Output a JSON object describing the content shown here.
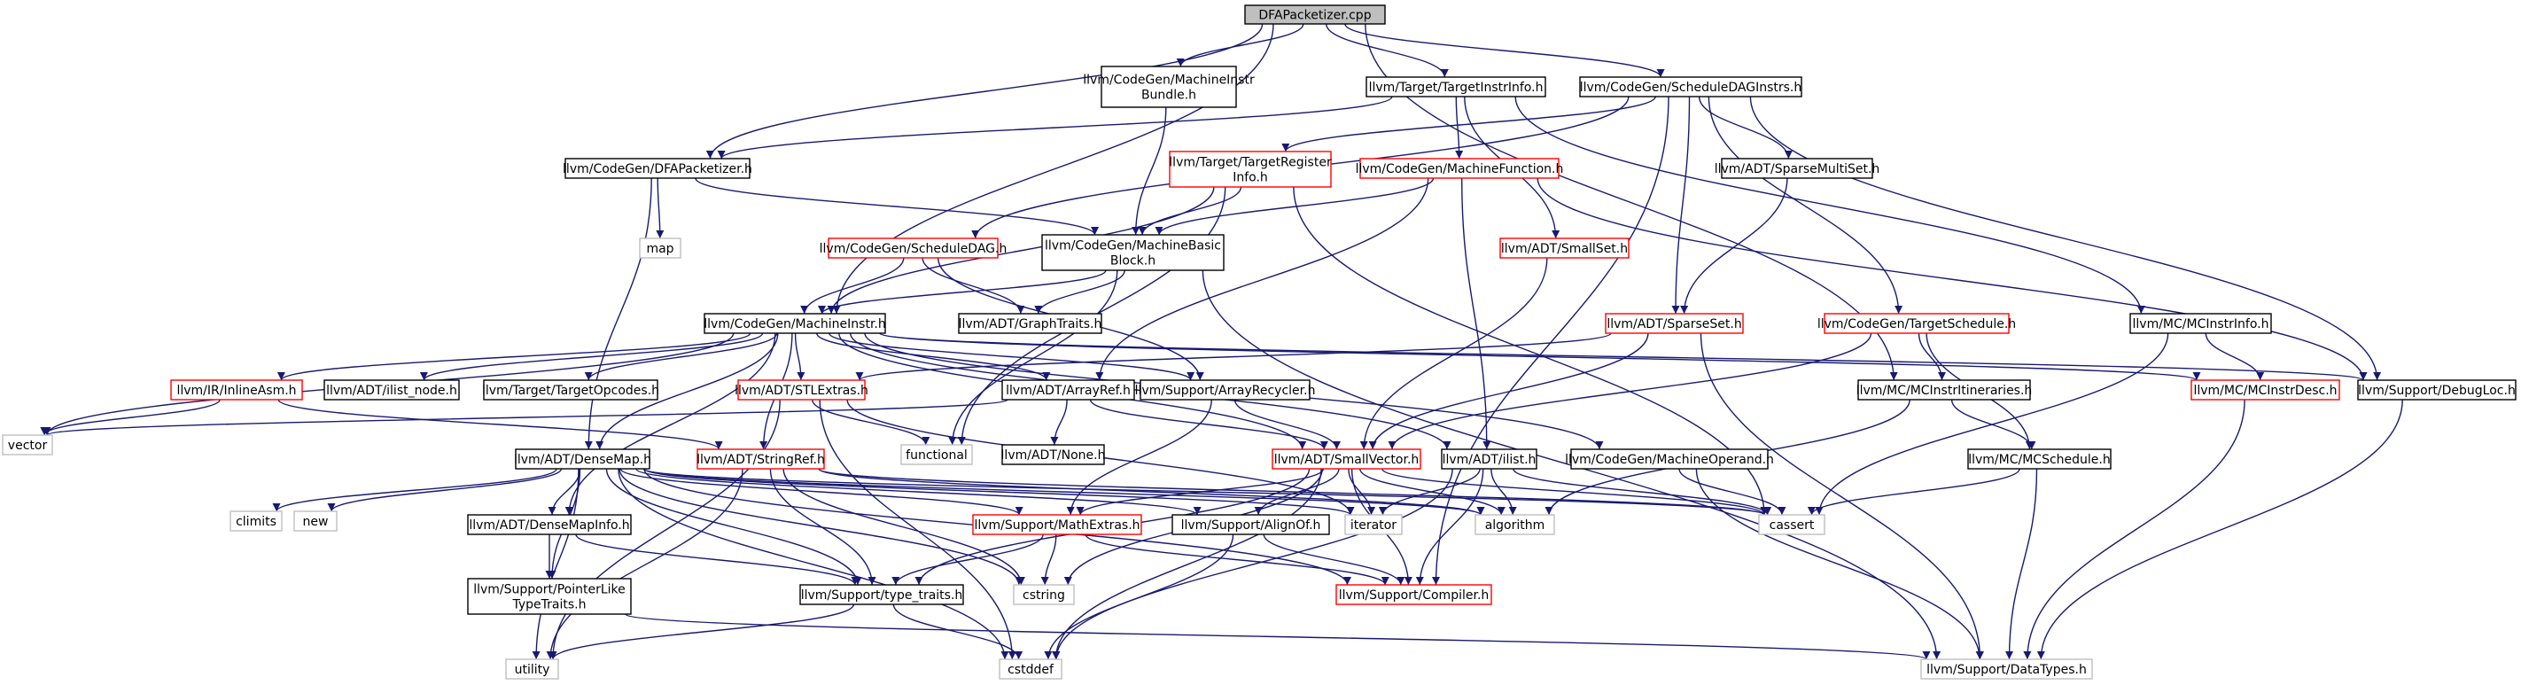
{
  "colors": {
    "edge": "#191970",
    "root_fill": "#bfbfbf",
    "normal_border": "#000000",
    "truncated_border": "#ff0000",
    "system_border": "#bfbfbf",
    "system_text": "#7f7f7f",
    "node_fill": "#ffffff"
  },
  "nodes": {
    "root": {
      "kind": "root",
      "lines": [
        "DFAPacketizer.cpp"
      ]
    },
    "mib": {
      "kind": "normal",
      "lines": [
        "llvm/CodeGen/MachineInstr",
        "Bundle.h"
      ]
    },
    "tii": {
      "kind": "normal",
      "lines": [
        "llvm/Target/TargetInstrInfo.h"
      ]
    },
    "sdi": {
      "kind": "normal",
      "lines": [
        "llvm/CodeGen/ScheduleDAGInstrs.h"
      ]
    },
    "dfah": {
      "kind": "normal",
      "lines": [
        "llvm/CodeGen/DFAPacketizer.h"
      ]
    },
    "tri": {
      "kind": "truncated",
      "lines": [
        "llvm/Target/TargetRegister",
        "Info.h"
      ]
    },
    "mf": {
      "kind": "truncated",
      "lines": [
        "llvm/CodeGen/MachineFunction.h"
      ]
    },
    "sms": {
      "kind": "normal",
      "lines": [
        "llvm/ADT/SparseMultiSet.h"
      ]
    },
    "map": {
      "kind": "system",
      "lines": [
        "map"
      ]
    },
    "sdag": {
      "kind": "truncated",
      "lines": [
        "llvm/CodeGen/ScheduleDAG.h"
      ]
    },
    "mbb": {
      "kind": "normal",
      "lines": [
        "llvm/CodeGen/MachineBasic",
        "Block.h"
      ]
    },
    "smallset": {
      "kind": "truncated",
      "lines": [
        "llvm/ADT/SmallSet.h"
      ]
    },
    "mi": {
      "kind": "normal",
      "lines": [
        "llvm/CodeGen/MachineInstr.h"
      ]
    },
    "gt": {
      "kind": "normal",
      "lines": [
        "llvm/ADT/GraphTraits.h"
      ]
    },
    "sparseset": {
      "kind": "truncated",
      "lines": [
        "llvm/ADT/SparseSet.h"
      ]
    },
    "ts": {
      "kind": "truncated",
      "lines": [
        "llvm/CodeGen/TargetSchedule.h"
      ]
    },
    "mcii": {
      "kind": "normal",
      "lines": [
        "llvm/MC/MCInstrInfo.h"
      ]
    },
    "ia": {
      "kind": "truncated",
      "lines": [
        "llvm/IR/InlineAsm.h"
      ]
    },
    "iln": {
      "kind": "normal",
      "lines": [
        "llvm/ADT/ilist_node.h"
      ]
    },
    "to": {
      "kind": "normal",
      "lines": [
        "llvm/Target/TargetOpcodes.h"
      ]
    },
    "stl": {
      "kind": "truncated",
      "lines": [
        "llvm/ADT/STLExtras.h"
      ]
    },
    "ar": {
      "kind": "normal",
      "lines": [
        "llvm/ADT/ArrayRef.h"
      ]
    },
    "arec": {
      "kind": "normal",
      "lines": [
        "llvm/Support/ArrayRecycler.h"
      ]
    },
    "mciti": {
      "kind": "normal",
      "lines": [
        "llvm/MC/MCInstrItineraries.h"
      ]
    },
    "mcid": {
      "kind": "truncated",
      "lines": [
        "llvm/MC/MCInstrDesc.h"
      ]
    },
    "dl": {
      "kind": "normal",
      "lines": [
        "llvm/Support/DebugLoc.h"
      ]
    },
    "vector": {
      "kind": "system",
      "lines": [
        "vector"
      ]
    },
    "functional": {
      "kind": "system",
      "lines": [
        "functional"
      ]
    },
    "none": {
      "kind": "normal",
      "lines": [
        "llvm/ADT/None.h"
      ]
    },
    "dm": {
      "kind": "normal",
      "lines": [
        "llvm/ADT/DenseMap.h"
      ]
    },
    "sr": {
      "kind": "truncated",
      "lines": [
        "llvm/ADT/StringRef.h"
      ]
    },
    "sv": {
      "kind": "truncated",
      "lines": [
        "llvm/ADT/SmallVector.h"
      ]
    },
    "ilist": {
      "kind": "normal",
      "lines": [
        "llvm/ADT/ilist.h"
      ]
    },
    "mo": {
      "kind": "normal",
      "lines": [
        "llvm/CodeGen/MachineOperand.h"
      ]
    },
    "mcs": {
      "kind": "normal",
      "lines": [
        "llvm/MC/MCSchedule.h"
      ]
    },
    "climits": {
      "kind": "system",
      "lines": [
        "climits"
      ]
    },
    "new": {
      "kind": "system",
      "lines": [
        "new"
      ]
    },
    "dmi": {
      "kind": "normal",
      "lines": [
        "llvm/ADT/DenseMapInfo.h"
      ]
    },
    "me": {
      "kind": "truncated",
      "lines": [
        "llvm/Support/MathExtras.h"
      ]
    },
    "ao": {
      "kind": "normal",
      "lines": [
        "llvm/Support/AlignOf.h"
      ]
    },
    "iterator": {
      "kind": "system",
      "lines": [
        "iterator"
      ]
    },
    "algorithm": {
      "kind": "system",
      "lines": [
        "algorithm"
      ]
    },
    "cassert": {
      "kind": "system",
      "lines": [
        "cassert"
      ]
    },
    "plt": {
      "kind": "normal",
      "lines": [
        "llvm/Support/PointerLike",
        "TypeTraits.h"
      ]
    },
    "tt": {
      "kind": "normal",
      "lines": [
        "llvm/Support/type_traits.h"
      ]
    },
    "cstring": {
      "kind": "system",
      "lines": [
        "cstring"
      ]
    },
    "comp": {
      "kind": "truncated",
      "lines": [
        "llvm/Support/Compiler.h"
      ]
    },
    "utility": {
      "kind": "system",
      "lines": [
        "utility"
      ]
    },
    "cstddef": {
      "kind": "system",
      "lines": [
        "cstddef"
      ]
    },
    "dt": {
      "kind": "system",
      "lines": [
        "llvm/Support/DataTypes.h"
      ]
    }
  },
  "edges": [
    [
      "root",
      "mib"
    ],
    [
      "root",
      "tii"
    ],
    [
      "root",
      "sdi"
    ],
    [
      "root",
      "dfah"
    ],
    [
      "root",
      "mi"
    ],
    [
      "root",
      "mciti"
    ],
    [
      "mib",
      "mbb"
    ],
    [
      "tii",
      "dfah"
    ],
    [
      "tii",
      "mf"
    ],
    [
      "tii",
      "smallset"
    ],
    [
      "tii",
      "mcii"
    ],
    [
      "sdi",
      "sdag"
    ],
    [
      "sdi",
      "tri"
    ],
    [
      "sdi",
      "sms"
    ],
    [
      "sdi",
      "sparseset"
    ],
    [
      "sdi",
      "ts"
    ],
    [
      "sdi",
      "dl"
    ],
    [
      "sdi",
      "comp"
    ],
    [
      "dfah",
      "map"
    ],
    [
      "dfah",
      "mbb"
    ],
    [
      "dfah",
      "dm"
    ],
    [
      "tri",
      "mbb"
    ],
    [
      "tri",
      "functional"
    ],
    [
      "tri",
      "mi"
    ],
    [
      "tri",
      "cassert"
    ],
    [
      "mf",
      "mbb"
    ],
    [
      "mf",
      "ar"
    ],
    [
      "mf",
      "ilist"
    ],
    [
      "mf",
      "dl"
    ],
    [
      "sms",
      "sparseset"
    ],
    [
      "sdag",
      "mi"
    ],
    [
      "sdag",
      "gt"
    ],
    [
      "sdag",
      "arec"
    ],
    [
      "mbb",
      "mi"
    ],
    [
      "mbb",
      "gt"
    ],
    [
      "mbb",
      "functional"
    ],
    [
      "mbb",
      "dt"
    ],
    [
      "smallset",
      "sv"
    ],
    [
      "mi",
      "ia"
    ],
    [
      "mi",
      "iln"
    ],
    [
      "mi",
      "to"
    ],
    [
      "mi",
      "stl"
    ],
    [
      "mi",
      "ar"
    ],
    [
      "mi",
      "arec"
    ],
    [
      "mi",
      "mcid"
    ],
    [
      "mi",
      "dl"
    ],
    [
      "mi",
      "vector"
    ],
    [
      "mi",
      "dm"
    ],
    [
      "mi",
      "sr"
    ],
    [
      "mi",
      "sv"
    ],
    [
      "mi",
      "ilist"
    ],
    [
      "mi",
      "mo"
    ],
    [
      "mi",
      "dmi"
    ],
    [
      "sparseset",
      "stl"
    ],
    [
      "sparseset",
      "sv"
    ],
    [
      "sparseset",
      "dt"
    ],
    [
      "ts",
      "mciti"
    ],
    [
      "ts",
      "mcs"
    ],
    [
      "ts",
      "sv"
    ],
    [
      "mcii",
      "mcid"
    ],
    [
      "mcii",
      "cassert"
    ],
    [
      "ia",
      "sr"
    ],
    [
      "ia",
      "vector"
    ],
    [
      "stl",
      "functional"
    ],
    [
      "stl",
      "iterator"
    ],
    [
      "stl",
      "utility"
    ],
    [
      "stl",
      "cstddef"
    ],
    [
      "ar",
      "none"
    ],
    [
      "ar",
      "sv"
    ],
    [
      "ar",
      "vector"
    ],
    [
      "arec",
      "sv"
    ],
    [
      "arec",
      "me"
    ],
    [
      "mciti",
      "mcs"
    ],
    [
      "mciti",
      "algorithm"
    ],
    [
      "mcid",
      "dt"
    ],
    [
      "dl",
      "dt"
    ],
    [
      "dm",
      "climits"
    ],
    [
      "dm",
      "new"
    ],
    [
      "dm",
      "dmi"
    ],
    [
      "dm",
      "me"
    ],
    [
      "dm",
      "ao"
    ],
    [
      "dm",
      "iterator"
    ],
    [
      "dm",
      "algorithm"
    ],
    [
      "dm",
      "cassert"
    ],
    [
      "dm",
      "tt"
    ],
    [
      "dm",
      "utility"
    ],
    [
      "dm",
      "cstddef"
    ],
    [
      "dm",
      "plt"
    ],
    [
      "dm",
      "cstring"
    ],
    [
      "dm",
      "comp"
    ],
    [
      "sr",
      "tt"
    ],
    [
      "sr",
      "cstring"
    ],
    [
      "sr",
      "utility"
    ],
    [
      "sr",
      "algorithm"
    ],
    [
      "sr",
      "cassert"
    ],
    [
      "sv",
      "me"
    ],
    [
      "sv",
      "ao"
    ],
    [
      "sv",
      "iterator"
    ],
    [
      "sv",
      "algorithm"
    ],
    [
      "sv",
      "cassert"
    ],
    [
      "sv",
      "tt"
    ],
    [
      "sv",
      "cstring"
    ],
    [
      "sv",
      "comp"
    ],
    [
      "sv",
      "cstddef"
    ],
    [
      "ilist",
      "iterator"
    ],
    [
      "ilist",
      "algorithm"
    ],
    [
      "ilist",
      "cassert"
    ],
    [
      "ilist",
      "cstddef"
    ],
    [
      "ilist",
      "comp"
    ],
    [
      "mo",
      "cassert"
    ],
    [
      "mo",
      "dt"
    ],
    [
      "mcs",
      "cassert"
    ],
    [
      "mcs",
      "dt"
    ],
    [
      "dmi",
      "plt"
    ],
    [
      "dmi",
      "tt"
    ],
    [
      "me",
      "tt"
    ],
    [
      "me",
      "cstring"
    ],
    [
      "me",
      "comp"
    ],
    [
      "ao",
      "comp"
    ],
    [
      "ao",
      "cstddef"
    ],
    [
      "plt",
      "dt"
    ],
    [
      "tt",
      "utility"
    ],
    [
      "tt",
      "cstddef"
    ]
  ]
}
